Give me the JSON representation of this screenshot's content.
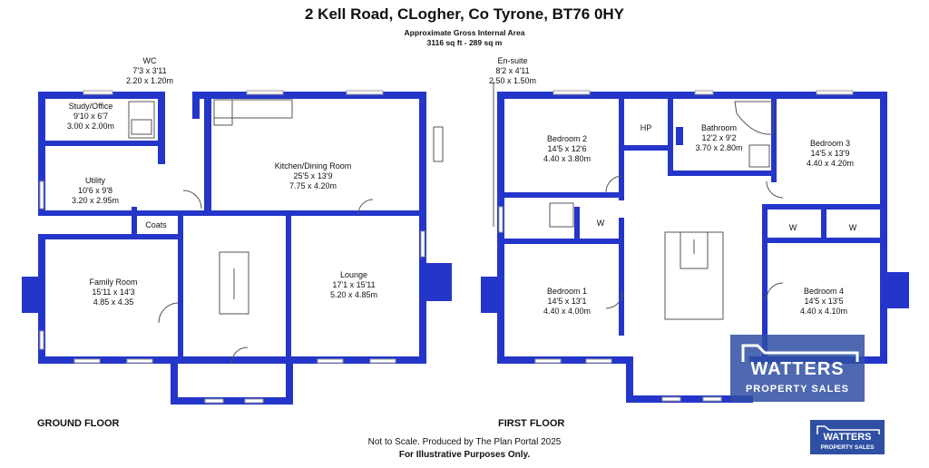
{
  "header": {
    "title": "2 Kell Road, CLogher, Co Tyrone, BT76 0HY",
    "area_label": "Approximate Gross Internal Area",
    "area_value": "3116 sq ft - 289 sq m"
  },
  "ground_floor": {
    "label": "GROUND FLOOR",
    "rooms": {
      "study": {
        "name": "Study/Office",
        "imperial": "9'10 x 6'7",
        "metric": "3.00 x 2.00m"
      },
      "wc": {
        "name": "WC",
        "imperial": "7'3 x 3'11",
        "metric": "2.20 x 1.20m"
      },
      "utility": {
        "name": "Utility",
        "imperial": "10'6 x 9'8",
        "metric": "3.20 x 2.95m"
      },
      "kitchen": {
        "name": "Kitchen/Dining Room",
        "imperial": "25'5 x 13'9",
        "metric": "7.75 x 4.20m"
      },
      "coats": {
        "name": "Coats"
      },
      "family": {
        "name": "Family Room",
        "imperial": "15'11 x 14'3",
        "metric": "4.85 x 4.35"
      },
      "lounge": {
        "name": "Lounge",
        "imperial": "17'1 x 15'11",
        "metric": "5.20 x 4.85m"
      }
    }
  },
  "first_floor": {
    "label": "FIRST FLOOR",
    "rooms": {
      "ensuite": {
        "name": "En-suite",
        "imperial": "8'2 x 4'11",
        "metric": "2.50 x 1.50m"
      },
      "bedroom2": {
        "name": "Bedroom 2",
        "imperial": "14'5 x 12'6",
        "metric": "4.40 x 3.80m"
      },
      "hp": {
        "name": "HP"
      },
      "bathroom": {
        "name": "Bathroom",
        "imperial": "12'2 x 9'2",
        "metric": "3.70 x 2.80m"
      },
      "bedroom3": {
        "name": "Bedroom 3",
        "imperial": "14'5 x 13'9",
        "metric": "4.40 x 4.20m"
      },
      "w1": {
        "name": "W"
      },
      "w2": {
        "name": "W"
      },
      "w3": {
        "name": "W"
      },
      "bedroom1": {
        "name": "Bedroom 1",
        "imperial": "14'5 x 13'1",
        "metric": "4.40 x 4.00m"
      },
      "bedroom4": {
        "name": "Bedroom 4",
        "imperial": "14'5 x 13'5",
        "metric": "4.40 x 4.10m"
      }
    }
  },
  "footer": {
    "line1": "Not to Scale. Produced by The Plan Portal 2025",
    "line2": "For Illustrative Purposes Only."
  },
  "branding": {
    "name_large": "WATTERS",
    "tagline_large": "PROPERTY SALES",
    "name_small": "WATTERS",
    "tagline_small": "PROPERTY SALES",
    "color": "#2f4fa3"
  },
  "colors": {
    "wall": "#2436c9"
  }
}
